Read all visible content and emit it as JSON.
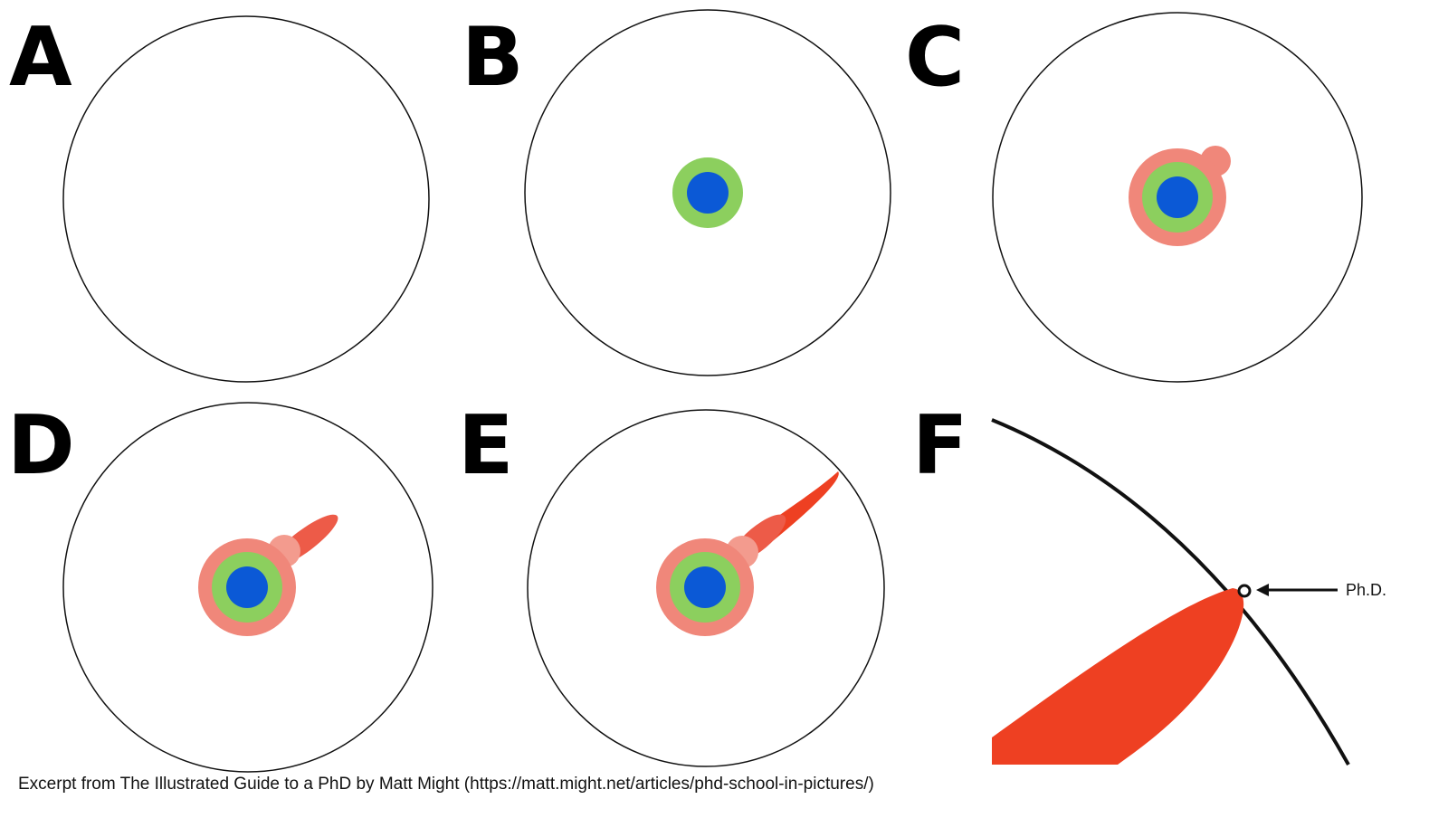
{
  "panels": [
    {
      "label": "A",
      "stage": "A"
    },
    {
      "label": "B",
      "stage": "B"
    },
    {
      "label": "C",
      "stage": "C"
    },
    {
      "label": "D",
      "stage": "D"
    },
    {
      "label": "E",
      "stage": "E"
    },
    {
      "label": "F",
      "stage": "F"
    }
  ],
  "phd_label": "Ph.D.",
  "caption": "Excerpt from The Illustrated Guide to a PhD by Matt Might (https://matt.might.net/articles/phd-school-in-pictures/)",
  "colors": {
    "outline": "#111111",
    "blue": "#0b59d6",
    "green": "#8ccf5e",
    "pink": "#f0877a",
    "pink_light": "#f39b8e",
    "red_mid": "#ed5b48",
    "red": "#ee4022"
  }
}
